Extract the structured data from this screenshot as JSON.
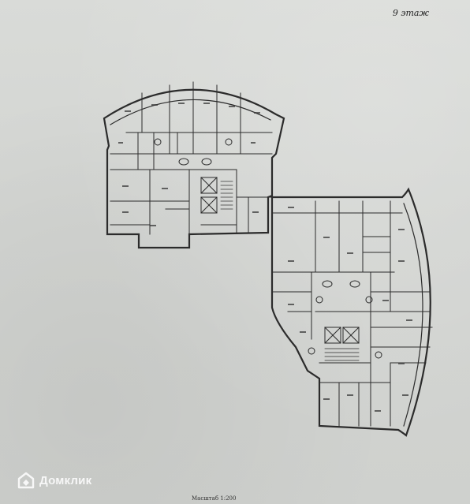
{
  "document": {
    "floor_label": "9 этаж",
    "scale_note": "Масштаб 1:200"
  },
  "watermark": {
    "brand": "Домклик",
    "icon": "house-logo-icon"
  },
  "colors": {
    "paper": "#d4d6d3",
    "ink": "#2b2b2b",
    "watermark": "#ffffff"
  }
}
